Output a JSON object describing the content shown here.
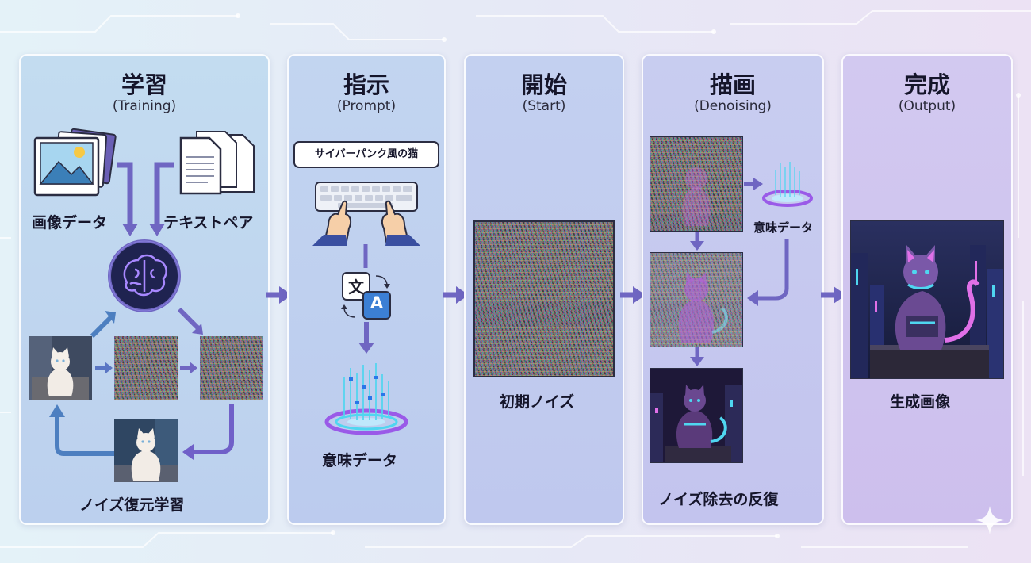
{
  "stages": [
    {
      "title": "学習",
      "subtitle": "(Training)"
    },
    {
      "title": "指示",
      "subtitle": "(Prompt)"
    },
    {
      "title": "開始",
      "subtitle": "(Start)"
    },
    {
      "title": "描画",
      "subtitle": "(Denoising)"
    },
    {
      "title": "完成",
      "subtitle": "(Output)"
    }
  ],
  "training": {
    "image_data_label": "画像データ",
    "text_pair_label": "テキストペア",
    "noise_restore_label": "ノイズ復元学習"
  },
  "prompt": {
    "prompt_text": "サイバーパンク風の猫",
    "translate_from_glyph": "文",
    "translate_to_glyph": "A",
    "semantic_label": "意味データ"
  },
  "start": {
    "initial_noise_label": "初期ノイズ"
  },
  "denoising": {
    "semantic_label": "意味データ",
    "iteration_label": "ノイズ除去の反復"
  },
  "output": {
    "generated_label": "生成画像"
  },
  "colors": {
    "arrow": "#7268c4",
    "accent_cyan": "#4fd6f0",
    "accent_purple": "#9a5ae8"
  }
}
